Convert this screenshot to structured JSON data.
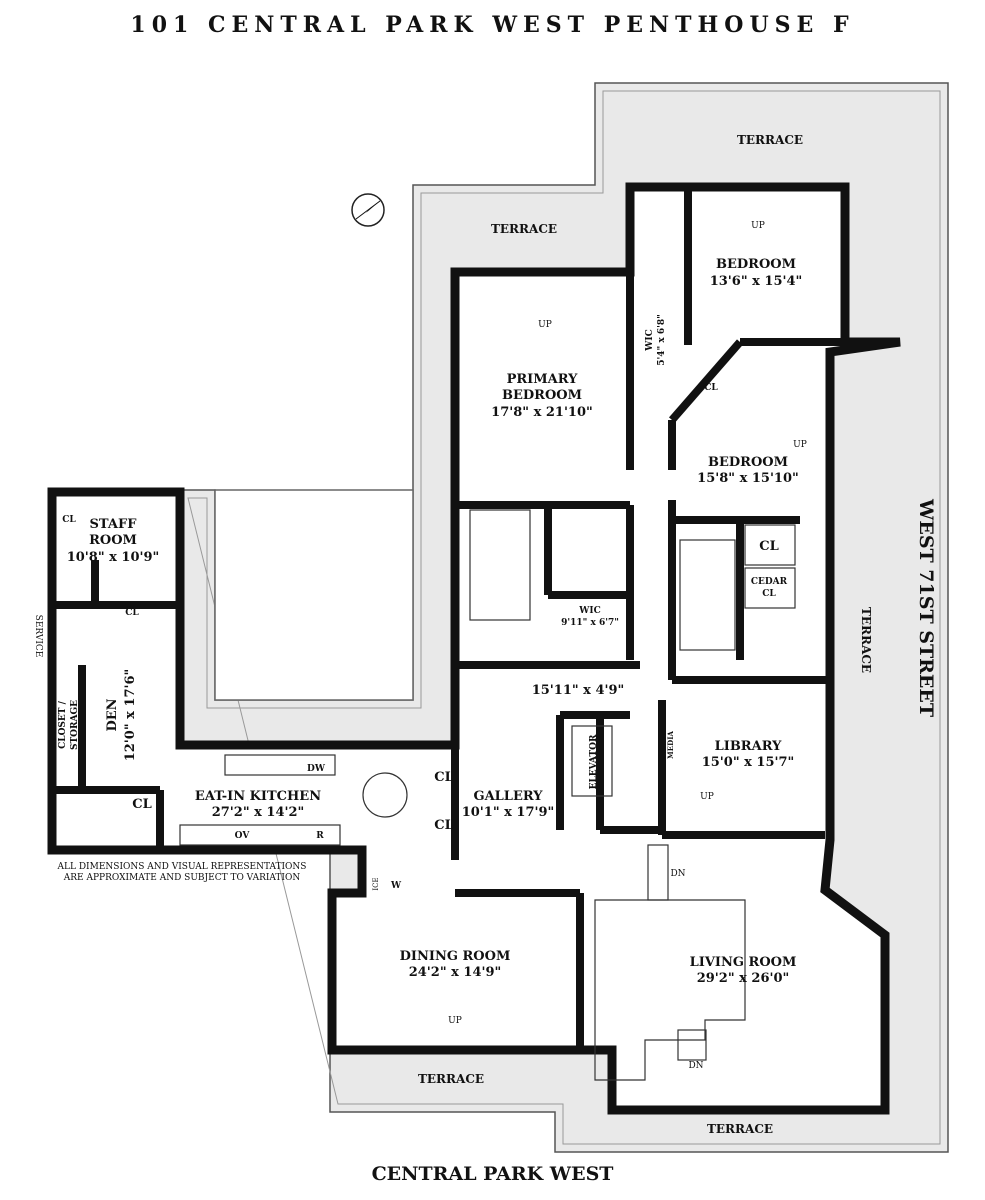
{
  "title": "101 CENTRAL PARK WEST PENTHOUSE F",
  "streets": {
    "bottom": "CENTRAL PARK WEST",
    "right": "WEST 71ST STREET"
  },
  "disclaimer": [
    "ALL DIMENSIONS AND VISUAL REPRESENTATIONS",
    "ARE APPROXIMATE AND SUBJECT TO VARIATION"
  ],
  "rooms": {
    "staff_room": {
      "name1": "STAFF",
      "name2": "ROOM",
      "dims": "10'8\" x 10'9\""
    },
    "den": {
      "name": "DEN",
      "dims": "12'0\" x 17'6\""
    },
    "closet_storage": {
      "name1": "CLOSET /",
      "name2": "STORAGE"
    },
    "service": "SERVICE",
    "kitchen": {
      "name": "EAT-IN KITCHEN",
      "dims": "27'2\" x 14'2\""
    },
    "primary_bedroom": {
      "name1": "PRIMARY",
      "name2": "BEDROOM",
      "dims": "17'8\" x 21'10\""
    },
    "bedroom_top": {
      "name": "BEDROOM",
      "dims": "13'6\" x 15'4\""
    },
    "bedroom_mid": {
      "name": "BEDROOM",
      "dims": "15'8\" x 15'10\""
    },
    "wic_small": {
      "name": "WIC",
      "dims": "5'4\" x 6'8\""
    },
    "wic_primary": {
      "name": "WIC",
      "dims": "9'11\" x 6'7\""
    },
    "hall": {
      "dims": "15'11\" x 4'9\""
    },
    "gallery": {
      "name": "GALLERY",
      "dims": "10'1\" x 17'9\""
    },
    "library": {
      "name": "LIBRARY",
      "dims": "15'0\" x 15'7\""
    },
    "dining": {
      "name": "DINING ROOM",
      "dims": "24'2\" x 14'9\""
    },
    "living": {
      "name": "LIVING ROOM",
      "dims": "29'2\" x 26'0\""
    },
    "elevator": "ELEVATOR",
    "media": "MEDIA",
    "cedar_cl": {
      "line1": "CEDAR",
      "line2": "CL"
    }
  },
  "labels": {
    "terrace": "TERRACE",
    "cl": "CL",
    "up": "UP",
    "dn": "DN",
    "dw": "DW",
    "ov": "OV",
    "r": "R",
    "w": "W",
    "ice": "ICE"
  }
}
